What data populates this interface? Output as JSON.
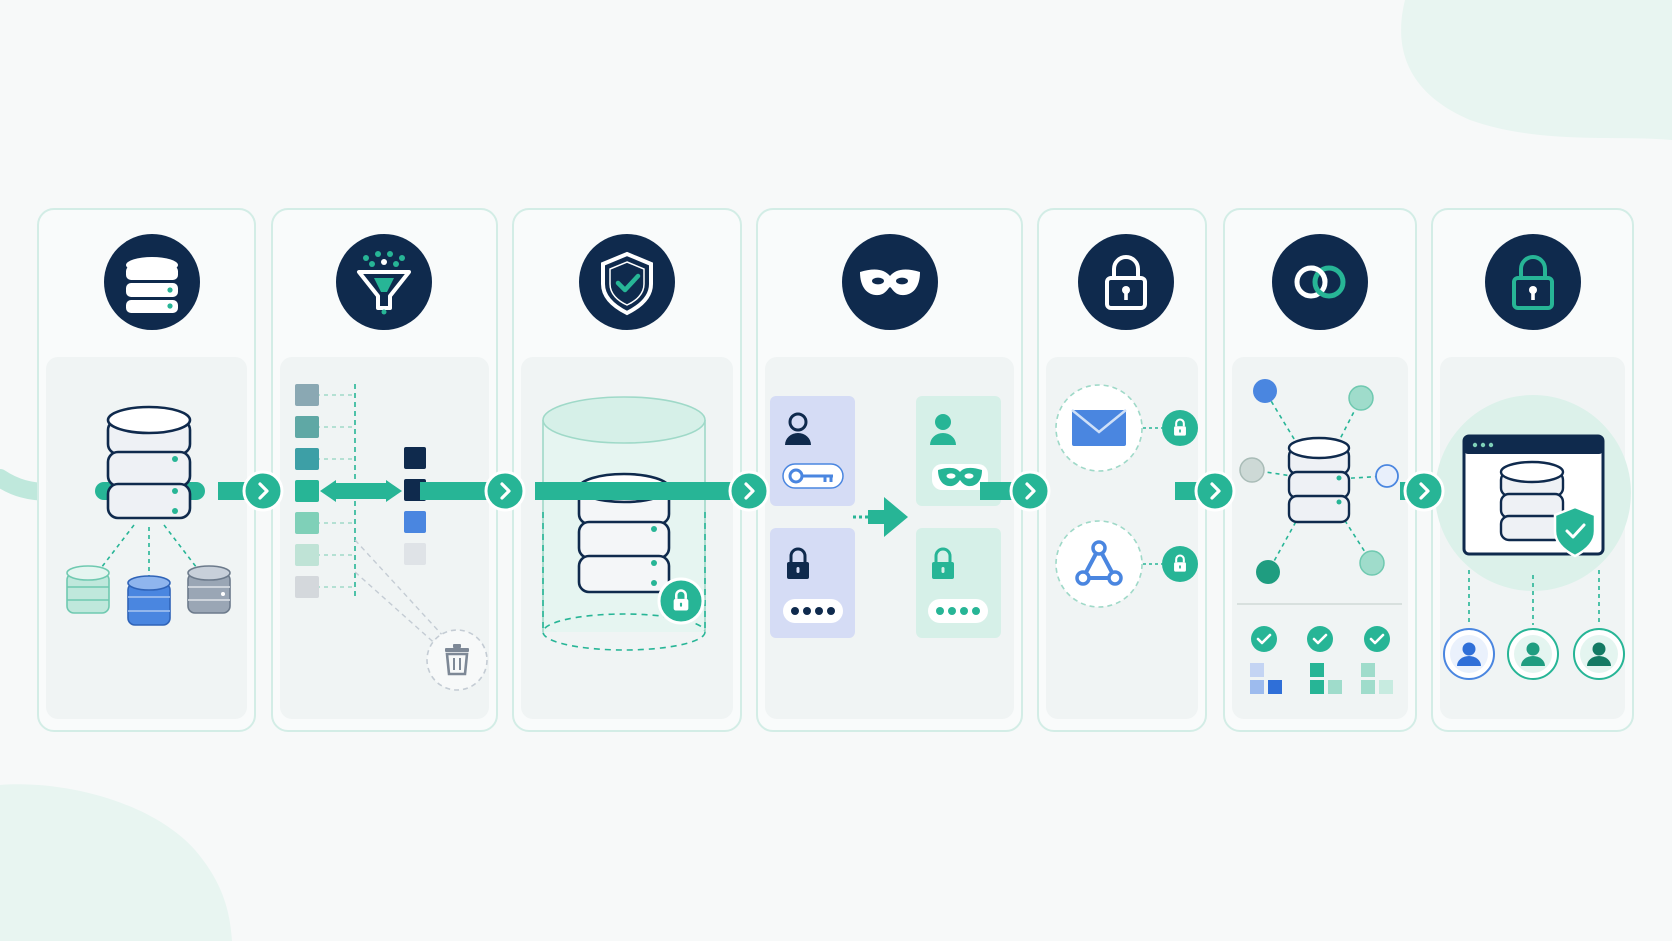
{
  "colors": {
    "background": "#f7f9f9",
    "navy": "#0f2a4d",
    "teal": "#27b596",
    "teal_light": "#cfeee5",
    "teal_pale": "#e4f5f0",
    "blue": "#4a86e0",
    "blue_pale": "#d5dcf5",
    "slate": "#8a97a8",
    "panel_border": "#d3ede6",
    "panel_inner": "#f0f4f4"
  },
  "pipeline": {
    "stages": [
      {
        "id": "source",
        "header_icon": "database-icon"
      },
      {
        "id": "filter",
        "header_icon": "funnel-icon"
      },
      {
        "id": "secure-store",
        "header_icon": "shield-check-icon"
      },
      {
        "id": "masking",
        "header_icon": "mask-icon"
      },
      {
        "id": "encryption",
        "header_icon": "padlock-icon"
      },
      {
        "id": "linking",
        "header_icon": "chain-link-icon"
      },
      {
        "id": "access",
        "header_icon": "padlock-icon"
      }
    ],
    "connectors": 6
  }
}
